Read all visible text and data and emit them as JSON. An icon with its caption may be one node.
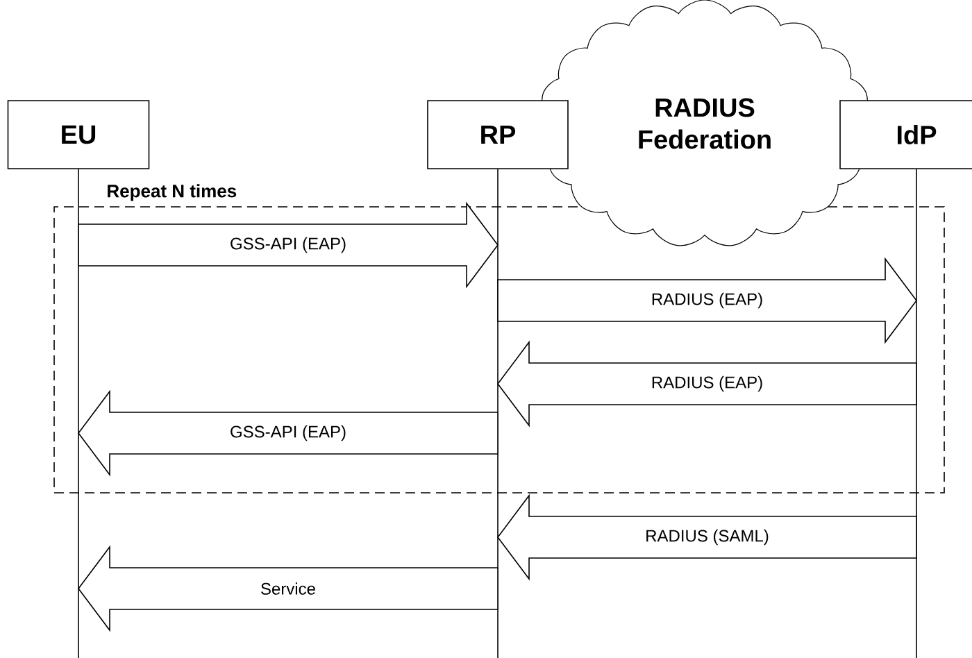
{
  "diagram": {
    "nodes": [
      {
        "text": [
          "EU"
        ]
      },
      {
        "text": [
          "RP"
        ]
      },
      {
        "text": [
          "RADIUS Federation"
        ]
      },
      {
        "text": [
          "IdP"
        ]
      },
      {
        "text": [
          "Repeat N times"
        ]
      }
    ],
    "edges": [
      {
        "from": 0,
        "to": 1,
        "arrow": "to",
        "label": "GSS-API (EAP)"
      },
      {
        "from": 1,
        "to": 3,
        "arrow": "to",
        "label": "RADIUS (EAP)"
      },
      {
        "from": 3,
        "to": 1,
        "arrow": "to",
        "label": "RADIUS (EAP)"
      },
      {
        "from": 1,
        "to": 0,
        "arrow": "to",
        "label": "GSS-API (EAP)"
      },
      {
        "from": 3,
        "to": 1,
        "arrow": "to",
        "label": "RADIUS (SAML)"
      },
      {
        "from": 1,
        "to": 0,
        "arrow": "to",
        "label": "Service"
      }
    ]
  }
}
